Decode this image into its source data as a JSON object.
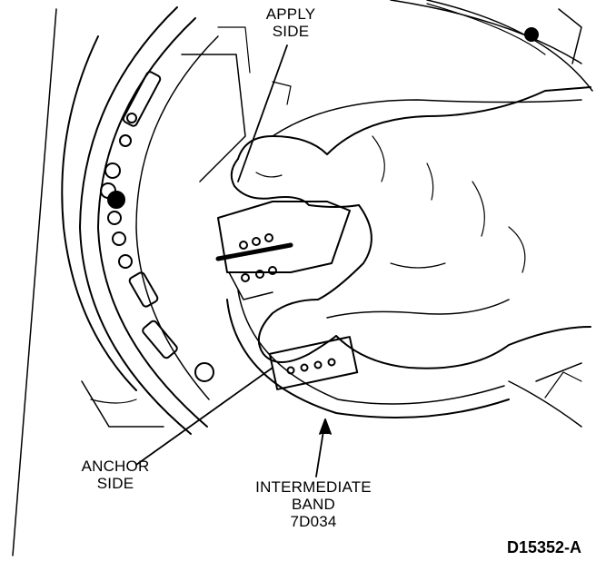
{
  "labels": {
    "apply_side": [
      "APPLY",
      "SIDE"
    ],
    "anchor_side": [
      "ANCHOR",
      "SIDE"
    ],
    "intermediate_band": [
      "INTERMEDIATE",
      "BAND",
      "7D034"
    ]
  },
  "figure_id": "D15352-A",
  "colors": {
    "ink": "#000000",
    "paper": "#ffffff"
  }
}
